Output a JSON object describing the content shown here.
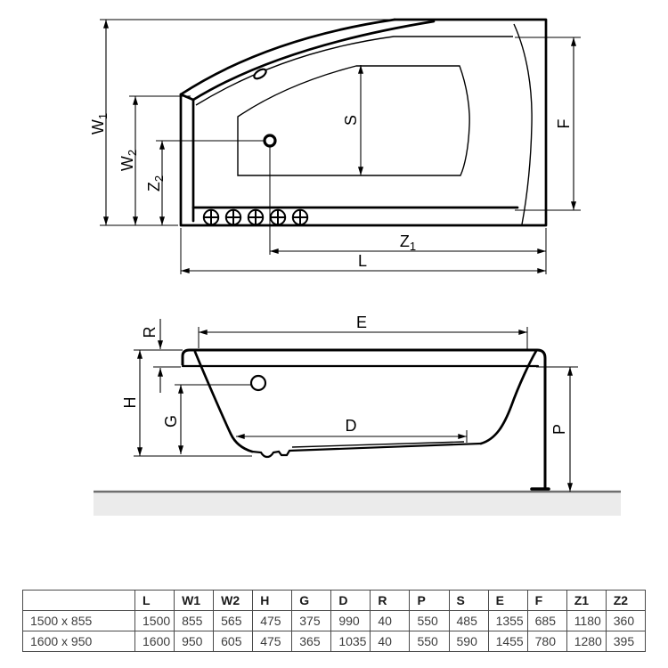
{
  "drawing": {
    "colors": {
      "line": "#000000",
      "ground_fill": "#ebebeb",
      "ground_edge": "#6f6f6f"
    },
    "top_view": {
      "w1": {
        "main": "W",
        "sub": "1"
      },
      "w2": {
        "main": "W",
        "sub": "2"
      },
      "z2": {
        "main": "Z",
        "sub": "2"
      },
      "s": "S",
      "f": "F",
      "z1": {
        "main": "Z",
        "sub": "1"
      },
      "l": "L"
    },
    "side_view": {
      "r": "R",
      "e": "E",
      "h": "H",
      "g": "G",
      "d": "D",
      "p": "P"
    }
  },
  "table": {
    "headers": [
      "",
      "L",
      "W1",
      "W2",
      "H",
      "G",
      "D",
      "R",
      "P",
      "S",
      "E",
      "F",
      "Z1",
      "Z2"
    ],
    "rows": [
      {
        "size": "1500 x 855",
        "values": [
          "1500",
          "855",
          "565",
          "475",
          "375",
          "990",
          "40",
          "550",
          "485",
          "1355",
          "685",
          "1180",
          "360"
        ]
      },
      {
        "size": "1600 x 950",
        "values": [
          "1600",
          "950",
          "605",
          "475",
          "365",
          "1035",
          "40",
          "550",
          "590",
          "1455",
          "780",
          "1280",
          "395"
        ]
      }
    ]
  }
}
